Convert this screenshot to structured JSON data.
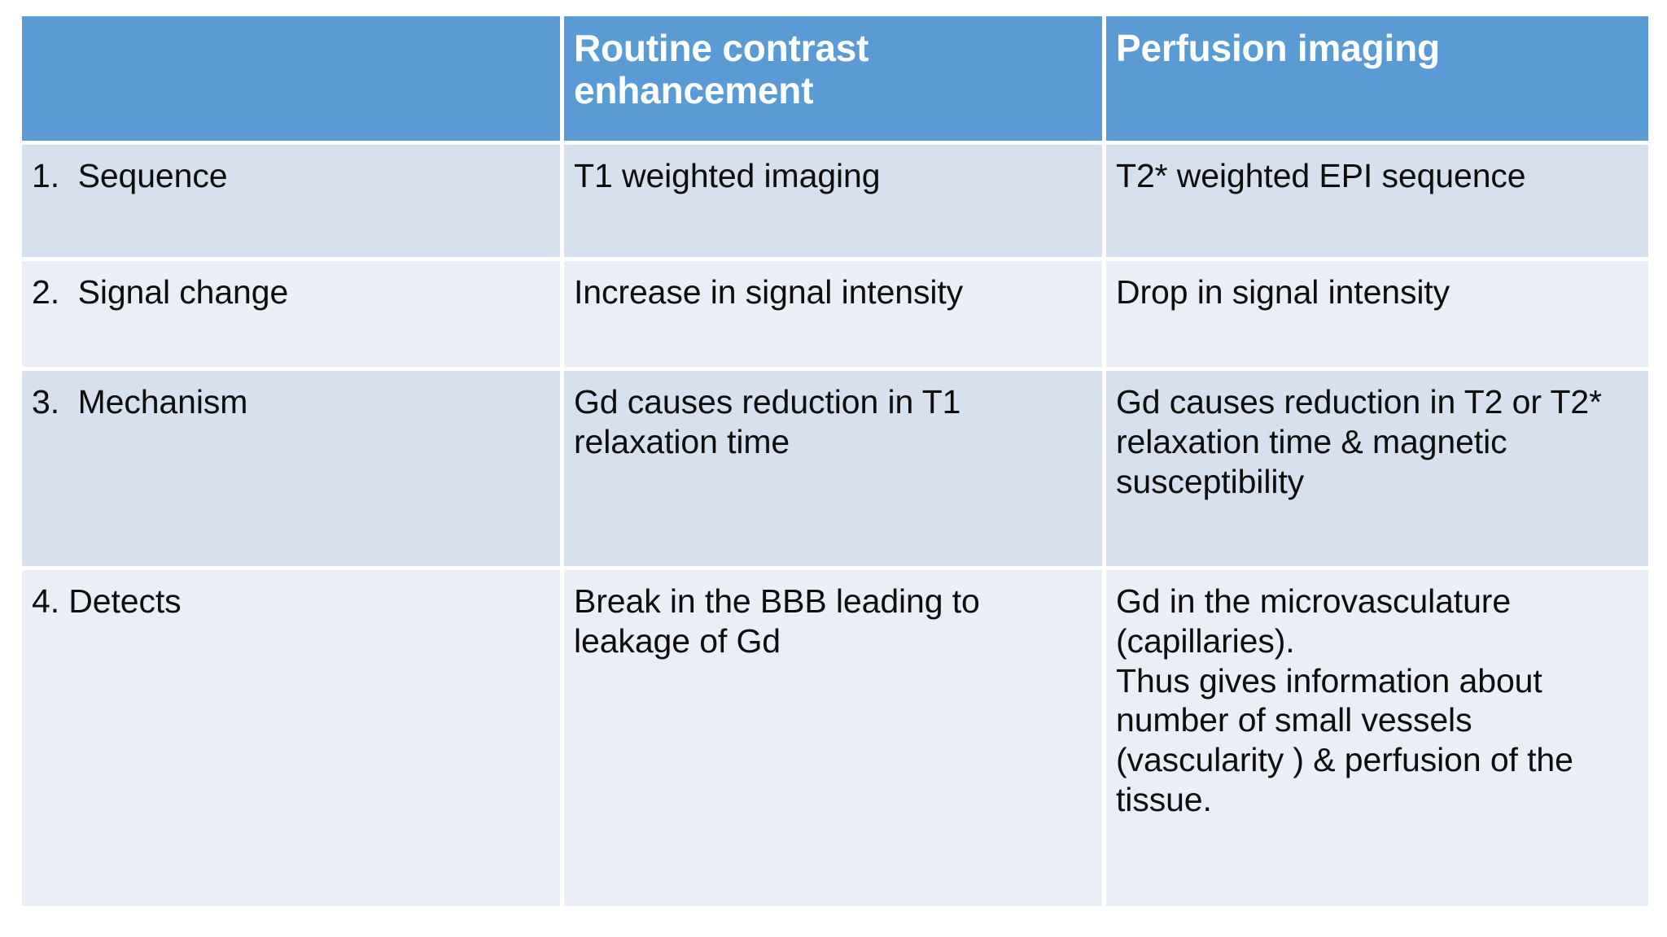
{
  "table": {
    "accent_color": "#5B9BD5",
    "band_dark_color": "#D6E0EF",
    "band_light_color": "#EAEEF7",
    "header_text_color": "#FFFFFF",
    "body_text_color": "#0D0D0D",
    "headers": {
      "label_column": "",
      "routine": "Routine contrast enhancement",
      "perfusion": "Perfusion imaging"
    },
    "rows": [
      {
        "label": "1.  Sequence",
        "routine": "T1 weighted imaging",
        "perfusion": "T2* weighted EPI sequence"
      },
      {
        "label": "2.  Signal change",
        "routine": "Increase in signal intensity",
        "perfusion": "Drop in signal intensity"
      },
      {
        "label": "3.  Mechanism",
        "routine": "Gd causes reduction in T1 relaxation time",
        "perfusion": "Gd causes reduction in T2 or T2* relaxation time & magnetic susceptibility"
      },
      {
        "label": "4. Detects",
        "routine": "Break in the BBB leading to leakage of Gd",
        "perfusion_line1": "Gd in the microvasculature (capillaries).",
        "perfusion_line2": "Thus gives information about number of small vessels (vascularity ) & perfusion of the tissue."
      }
    ]
  }
}
